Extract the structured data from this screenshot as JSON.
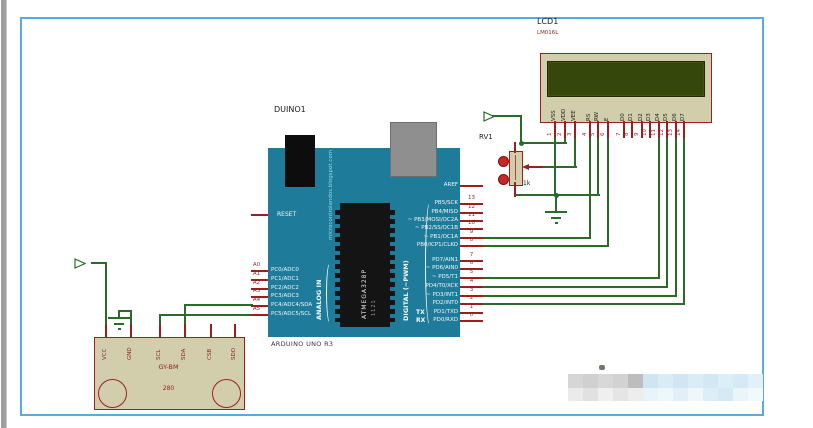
{
  "lcd": {
    "ref": "LCD1",
    "model": "LM016L",
    "pins": [
      {
        "num": "1",
        "name": "VSS"
      },
      {
        "num": "2",
        "name": "VDD"
      },
      {
        "num": "3",
        "name": "VEE"
      },
      {
        "num": "4",
        "name": "RS"
      },
      {
        "num": "5",
        "name": "RW"
      },
      {
        "num": "6",
        "name": "E"
      },
      {
        "num": "7",
        "name": "D0"
      },
      {
        "num": "8",
        "name": "D1"
      },
      {
        "num": "9",
        "name": "D2"
      },
      {
        "num": "10",
        "name": "D3"
      },
      {
        "num": "11",
        "name": "D4"
      },
      {
        "num": "12",
        "name": "D5"
      },
      {
        "num": "13",
        "name": "D6"
      },
      {
        "num": "14",
        "name": "D7"
      }
    ]
  },
  "pot": {
    "ref": "RV1",
    "value": "1k"
  },
  "arduino": {
    "ref": "DUINO1",
    "board_name": "ARDUINO UNO R3",
    "reset_label": "RESET",
    "aref_label": "AREF",
    "tx_label": "TX",
    "rx_label": "RX",
    "analog_header": "ANALOG IN",
    "digital_header": "DIGITAL (~PWM)",
    "chip_label": "ATMEGA328P",
    "chip_sub": "1121",
    "watermark": "microcontrolandos.blogspot.com",
    "analog_pins": [
      {
        "ext": "A0",
        "name": "PC0/ADC0"
      },
      {
        "ext": "A1",
        "name": "PC1/ADC1"
      },
      {
        "ext": "A2",
        "name": "PC2/ADC2"
      },
      {
        "ext": "A3",
        "name": "PC3/ADC3"
      },
      {
        "ext": "A4",
        "name": "PC4/ADC4/SDA"
      },
      {
        "ext": "A5",
        "name": "PC5/ADC5/SCL"
      }
    ],
    "digital_pins": [
      {
        "num": "13",
        "name": "PB5/SCK",
        "pwm": false
      },
      {
        "num": "12",
        "name": "PB4/MISO",
        "pwm": false
      },
      {
        "num": "11",
        "name": "PB3/MOSI/OC2A",
        "pwm": true
      },
      {
        "num": "10",
        "name": "PB2/SS/OC1B",
        "pwm": true
      },
      {
        "num": "9",
        "name": "PB1/OC1A",
        "pwm": true
      },
      {
        "num": "8",
        "name": "PB0/ICP1/CLKO",
        "pwm": false
      },
      {
        "num": "7",
        "name": "PD7/AIN1",
        "pwm": false
      },
      {
        "num": "6",
        "name": "PD6/AIN0",
        "pwm": true
      },
      {
        "num": "5",
        "name": "PD5/T1",
        "pwm": true
      },
      {
        "num": "4",
        "name": "PD4/T0/XCK",
        "pwm": false
      },
      {
        "num": "3",
        "name": "PD3/INT1",
        "pwm": true
      },
      {
        "num": "2",
        "name": "PD2/INT0",
        "pwm": false
      },
      {
        "num": "1",
        "name": "PD1/TXD",
        "pwm": false
      },
      {
        "num": "0",
        "name": "PD0/RXD",
        "pwm": false
      }
    ]
  },
  "sensor": {
    "name": "GY-BM",
    "model": "280",
    "pins": [
      "VCC",
      "GND",
      "SCL",
      "SDA",
      "CSB",
      "SDO"
    ]
  },
  "watermark_mosaic": {
    "row1": [
      "#d6d6d6",
      "#d0d0d0",
      "#d8d8d8",
      "#d2d2d2",
      "#bdbdbd",
      "#cfe5f1",
      "#d8ecf6",
      "#d0e7f3",
      "#d9edf7",
      "#d2e9f4",
      "#dbeff8",
      "#d4ebf6",
      "#e2f1f9"
    ],
    "row2": [
      "#ebebeb",
      "#e1e1e1",
      "#efefef",
      "#e5e5e5",
      "#ededed",
      "#e8f4fa",
      "#eef7fb",
      "#e1f0f7",
      "#f0f7fb",
      "#deeef6",
      "#d5eaf5",
      "#eaf5fa",
      "#f2f9fc"
    ]
  },
  "colors": {
    "wire": "#2a6b2a",
    "pin": "#9c1f1f",
    "board": "#1e7c9a",
    "component_fill": "#d2ceac",
    "component_border": "#9c2020",
    "lcd_screen": "#35470a",
    "frame": "#56abdf"
  }
}
